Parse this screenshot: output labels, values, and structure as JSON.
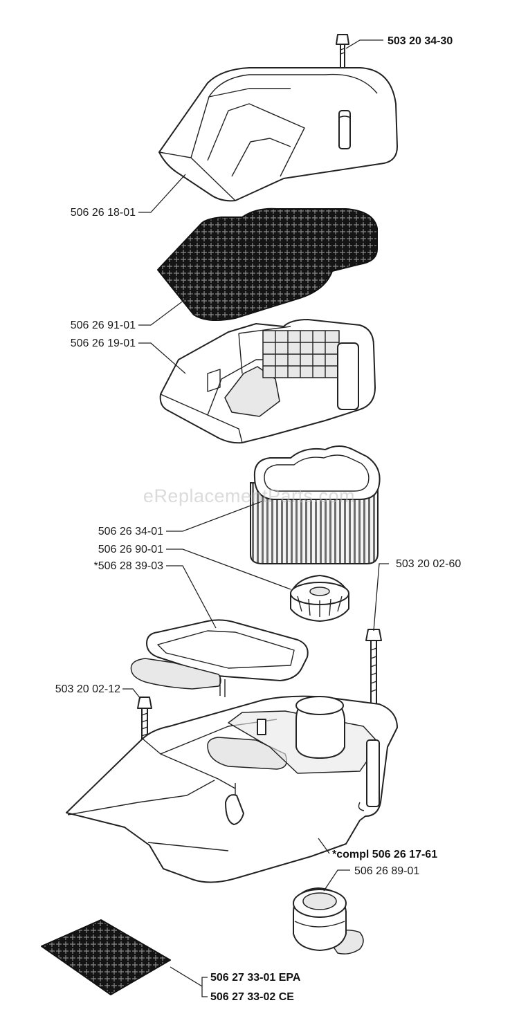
{
  "watermark": "eReplacementParts.com",
  "labels": {
    "bolt_top": "503 20 34-30",
    "cover": "506 26 18-01",
    "foam_filter": "506 26 91-01",
    "filter_holder": "506 26 19-01",
    "air_filter": "506 26 34-01",
    "nut": "506 26 90-01",
    "gasket": "*506 28 39-03",
    "screw_right": "503 20 02-60",
    "screw_left": "503 20 02-12",
    "housing": "*compl 506 26 17-61",
    "grommet": "506 26 89-01",
    "foam_epa": "506 27 33-01 EPA",
    "foam_ce": "506 27 33-02 CE"
  }
}
